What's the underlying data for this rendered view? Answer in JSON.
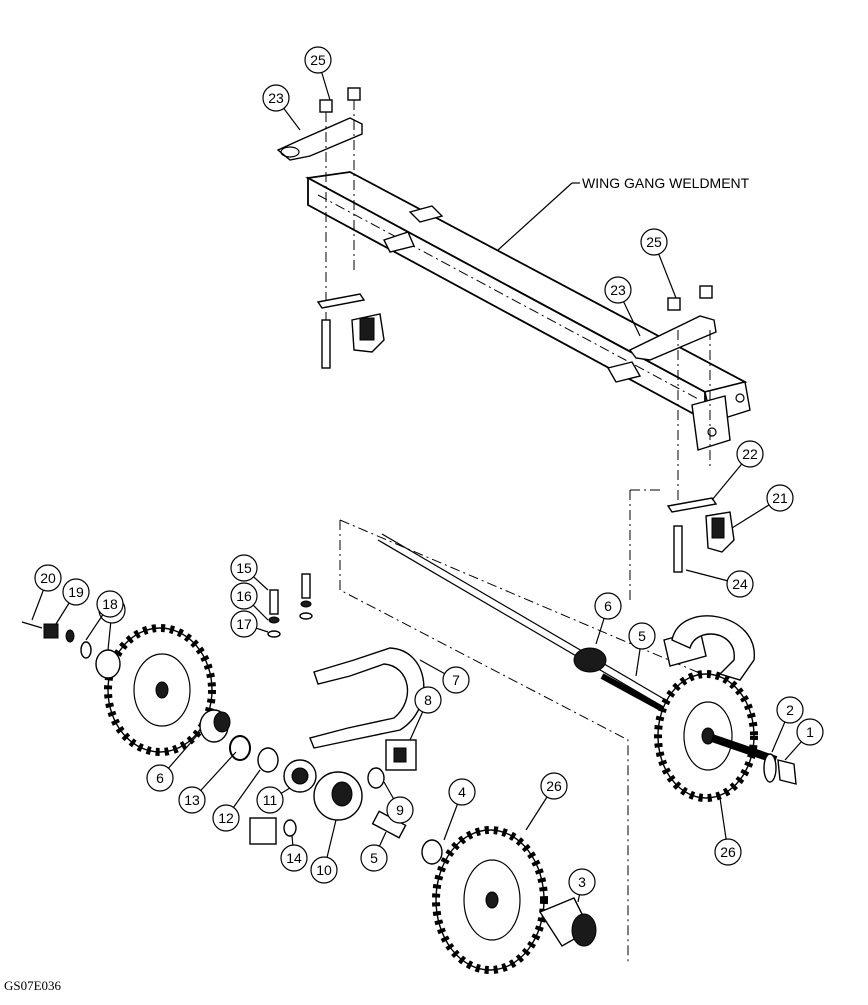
{
  "diagram": {
    "weldment_label": "WING GANG WELDMENT",
    "drawing_code": "GS07E036",
    "callouts": [
      "1",
      "2",
      "2",
      "3",
      "4",
      "5",
      "5",
      "6",
      "6",
      "7",
      "8",
      "9",
      "10",
      "11",
      "12",
      "13",
      "14",
      "15",
      "16",
      "17",
      "18",
      "19",
      "20",
      "21",
      "22",
      "23",
      "23",
      "24",
      "25",
      "25",
      "26",
      "26"
    ]
  }
}
